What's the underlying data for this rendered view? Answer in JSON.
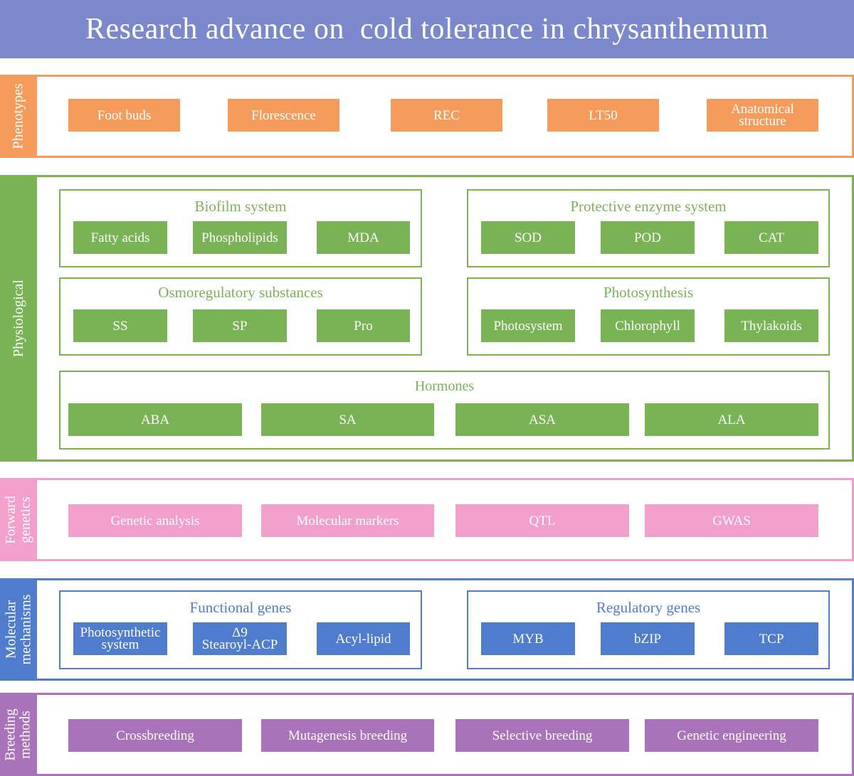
{
  "title": "Research advance on  cold tolerance in chrysanthemum",
  "colors": {
    "title_bg": "#7b89cc",
    "phenotypes": "#f59c5d",
    "physiological": "#7ab356",
    "forward_genetics": "#f2a0cb",
    "molecular": "#4f7ccc",
    "breeding": "#a873b8"
  },
  "phenotypes": {
    "label": "Phenotypes",
    "items": [
      "Foot buds",
      "Florescence",
      "REC",
      "LT50",
      "Anatomical\nstructure"
    ]
  },
  "physiological": {
    "label": "Physiological",
    "biofilm": {
      "title": "Biofilm system",
      "items": [
        "Fatty acids",
        "Phospholipids",
        "MDA"
      ]
    },
    "enzyme": {
      "title": "Protective enzyme system",
      "items": [
        "SOD",
        "POD",
        "CAT"
      ]
    },
    "osmo": {
      "title": "Osmoregulatory substances",
      "items": [
        "SS",
        "SP",
        "Pro"
      ]
    },
    "photo": {
      "title": "Photosynthesis",
      "items": [
        "Photosystem",
        "Chlorophyll",
        "Thylakoids"
      ]
    },
    "hormones": {
      "title": "Hormones",
      "items": [
        "ABA",
        "SA",
        "ASA",
        "ALA"
      ]
    }
  },
  "forward_genetics": {
    "label": "Forward\ngenetics",
    "items": [
      "Genetic analysis",
      "Molecular markers",
      "QTL",
      "GWAS"
    ]
  },
  "molecular": {
    "label": "Molecular\nmechanisms",
    "functional": {
      "title": "Functional genes",
      "items": [
        "Photosynthetic\nsystem",
        "Δ9\nStearoyl-ACP",
        "Acyl-lipid"
      ]
    },
    "regulatory": {
      "title": "Regulatory genes",
      "items": [
        "MYB",
        "bZIP",
        "TCP"
      ]
    }
  },
  "breeding": {
    "label": "Breeding\nmethods",
    "items": [
      "Crossbreeding",
      "Mutagenesis breeding",
      "Selective breeding",
      "Genetic engineering"
    ]
  }
}
